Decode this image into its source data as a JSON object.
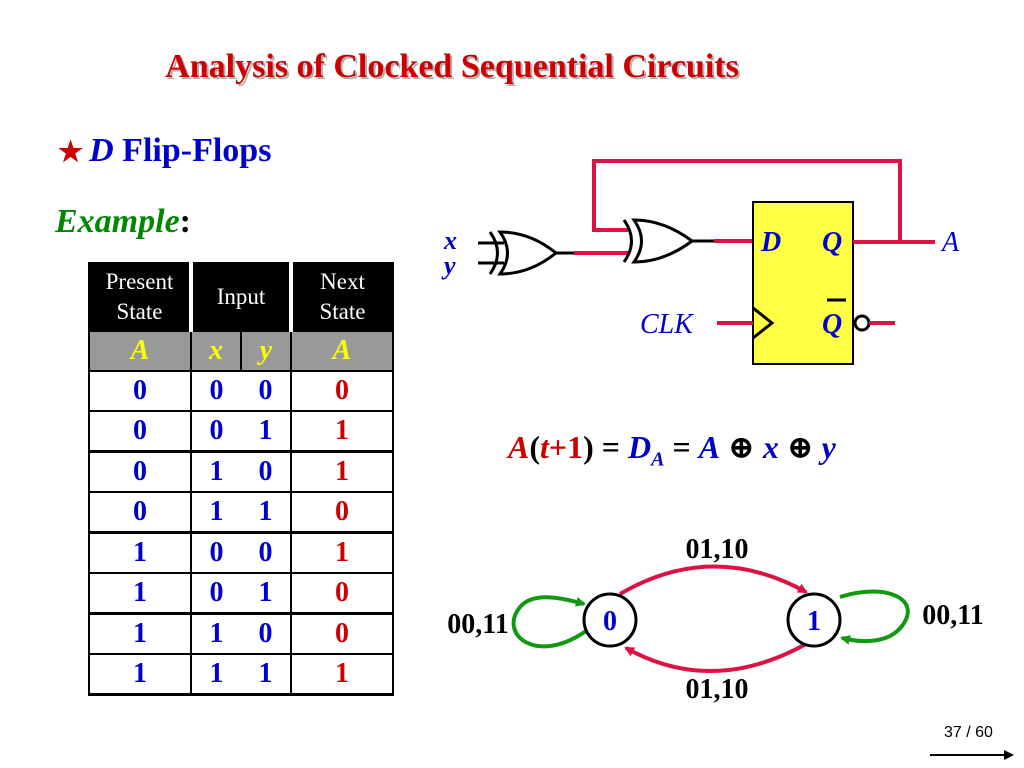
{
  "slide": {
    "title": "Analysis of Clocked Sequential Circuits",
    "subtitle_star": "★",
    "subtitle_italic": "D",
    "subtitle_rest": "Flip-Flops",
    "example_label": "Example",
    "example_colon": ":",
    "page_number": "37 / 60"
  },
  "table": {
    "headers": [
      "Present State",
      "Input",
      "Next State"
    ],
    "present_line1": "Present",
    "present_line2": "State",
    "input": "Input",
    "next_line1": "Next",
    "next_line2": "State",
    "sub": {
      "a": "A",
      "x": "x",
      "y": "y",
      "next": "A"
    },
    "rows": [
      [
        "0",
        "0",
        "0",
        "0"
      ],
      [
        "0",
        "0",
        "1",
        "1"
      ],
      [
        "0",
        "1",
        "0",
        "1"
      ],
      [
        "0",
        "1",
        "1",
        "0"
      ],
      [
        "1",
        "0",
        "0",
        "1"
      ],
      [
        "1",
        "0",
        "1",
        "0"
      ],
      [
        "1",
        "1",
        "0",
        "0"
      ],
      [
        "1",
        "1",
        "1",
        "1"
      ]
    ]
  },
  "circuit": {
    "input_x": "x",
    "input_y": "y",
    "ff_d": "D",
    "ff_q": "Q",
    "ff_qbar": "Q",
    "clk": "CLK",
    "output_a": "A"
  },
  "equation": {
    "a": "A",
    "open": "(",
    "t": "t",
    "plus1": "+1",
    "close": ")",
    "eq1": " = ",
    "d": "D",
    "d_sub": "A",
    "eq2": " = ",
    "a2": "A",
    "xor1": " ⊕ ",
    "x": "x",
    "xor2": " ⊕ ",
    "y": "y"
  },
  "state_diagram": {
    "state0": "0",
    "state1": "1",
    "top_label": "01,10",
    "bottom_label": "01,10",
    "left_label": "00,11",
    "right_label": "00,11"
  },
  "colors": {
    "title": "#cc0000",
    "wire": "#dd1144",
    "ff_fill": "#ffff44",
    "label_blue": "#0000cc",
    "self_loop": "#119911",
    "arc": "#dd1144"
  }
}
